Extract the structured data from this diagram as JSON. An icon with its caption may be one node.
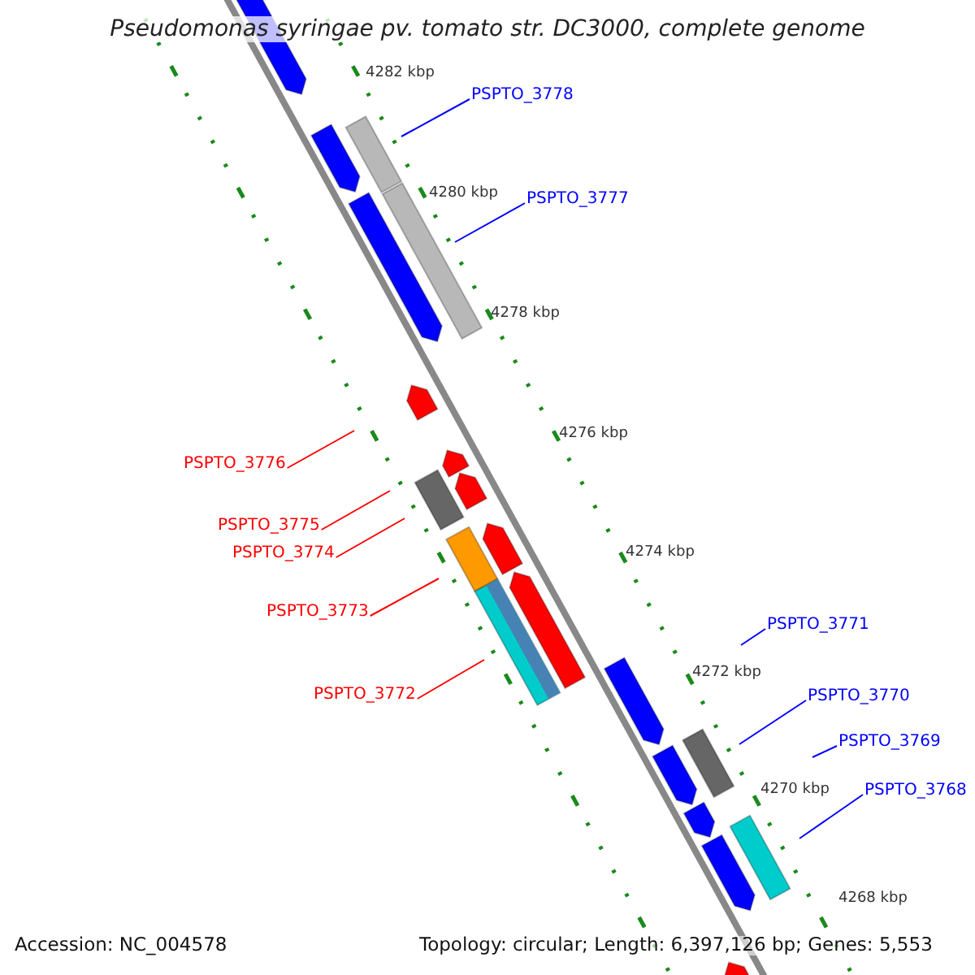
{
  "diagram": {
    "title": "Pseudomonas syringae pv. tomato str. DC3000, complete genome",
    "nodes": [
      {
        "text": [
          "PSPTO_3778"
        ]
      },
      {
        "text": [
          "PSPTO_3777"
        ]
      },
      {
        "text": [
          "PSPTO_3776"
        ]
      },
      {
        "text": [
          "PSPTO_3775"
        ]
      },
      {
        "text": [
          "PSPTO_3774"
        ]
      },
      {
        "text": [
          "PSPTO_3773"
        ]
      },
      {
        "text": [
          "PSPTO_3772"
        ]
      },
      {
        "text": [
          "PSPTO_3771"
        ]
      },
      {
        "text": [
          "PSPTO_3770"
        ]
      },
      {
        "text": [
          "PSPTO_3769"
        ]
      },
      {
        "text": [
          "PSPTO_3768"
        ]
      }
    ],
    "edges": [
      {
        "from": 0,
        "to": null,
        "arrow": "none"
      },
      {
        "from": 1,
        "to": null,
        "arrow": "none"
      },
      {
        "from": 2,
        "to": null,
        "arrow": "none",
        "color": "#ff0000"
      },
      {
        "from": 3,
        "to": null,
        "arrow": "none",
        "color": "#ff0000"
      },
      {
        "from": 4,
        "to": null,
        "arrow": "none",
        "color": "#ff0000"
      },
      {
        "from": 5,
        "to": null,
        "arrow": "none",
        "color": "#ff0000"
      },
      {
        "from": 6,
        "to": null,
        "arrow": "none",
        "color": "#ff0000"
      },
      {
        "from": 7,
        "to": null,
        "arrow": "none"
      },
      {
        "from": 8,
        "to": null,
        "arrow": "none"
      },
      {
        "from": 9,
        "to": null,
        "arrow": "none"
      },
      {
        "from": 10,
        "to": null,
        "arrow": "none"
      }
    ],
    "labels": [
      "4282 kbp",
      "4280 kbp",
      "4278 kbp",
      "4276 kbp",
      "4274 kbp",
      "4272 kbp",
      "4270 kbp",
      "4268 kbp",
      "Accession: NC_004578",
      "Topology: circular; Length: 6,397,126 bp; Genes: 5,553"
    ]
  }
}
